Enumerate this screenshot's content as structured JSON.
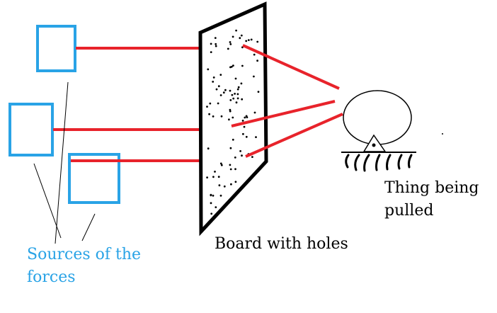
{
  "labels": {
    "sources": [
      "Sources of the",
      "forces"
    ],
    "board": "Board with holes",
    "thing": [
      "Thing being",
      "pulled"
    ]
  },
  "colors": {
    "source_box": "#29a3e6",
    "force_line": "#e8232b",
    "ink": "#000000",
    "sources_text": "#29a3e6"
  }
}
